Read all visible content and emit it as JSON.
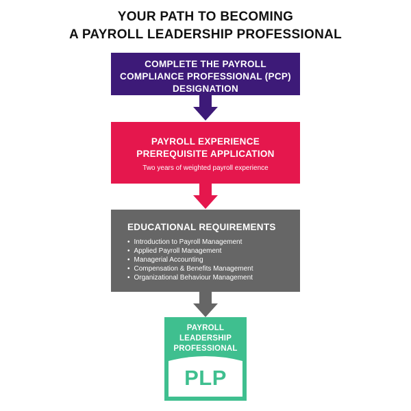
{
  "title": {
    "line1": "YOUR PATH TO BECOMING",
    "line2": "A PAYROLL LEADERSHIP PROFESSIONAL"
  },
  "colors": {
    "step1": "#3d1a78",
    "step2": "#e5174d",
    "step3": "#666666",
    "badge": "#3fbf8f",
    "arrow1": "#3d1a78",
    "arrow2": "#e5174d",
    "arrow3": "#666666"
  },
  "steps": [
    {
      "heading_lines": [
        "COMPLETE THE PAYROLL",
        "COMPLIANCE PROFESSIONAL (PCP)",
        "DESIGNATION"
      ]
    },
    {
      "heading_lines": [
        "PAYROLL EXPERIENCE",
        "PREREQUISITE APPLICATION"
      ],
      "subtext": "Two years of weighted payroll experience"
    },
    {
      "heading": "EDUCATIONAL REQUIREMENTS",
      "items": [
        "Introduction to Payroll Management",
        "Applied Payroll Management",
        "Managerial Accounting",
        "Compensation & Benefits Management",
        "Organizational Behaviour Management"
      ]
    }
  ],
  "badge": {
    "label_lines": [
      "PAYROLL",
      "LEADERSHIP",
      "PROFESSIONAL"
    ],
    "abbr": "PLP"
  }
}
